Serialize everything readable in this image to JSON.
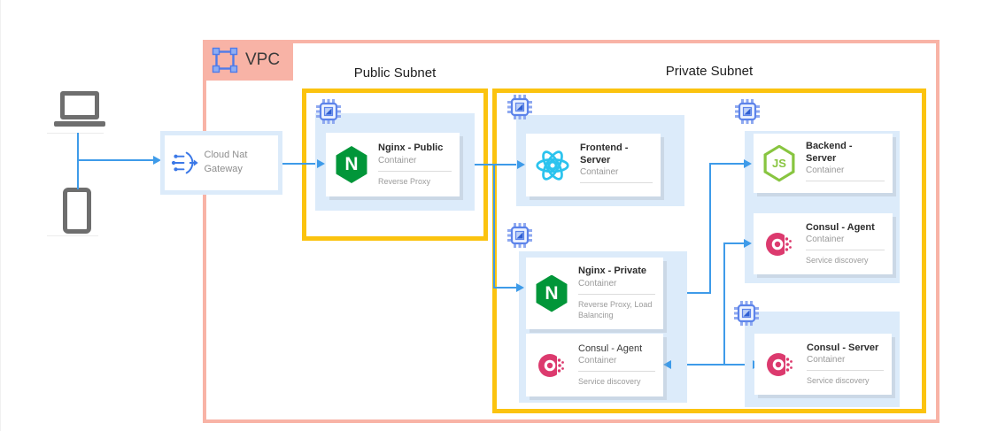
{
  "vpc": {
    "label": "VPC"
  },
  "subnets": {
    "public": "Public Subnet",
    "private": "Private Subnet"
  },
  "gateway": {
    "label": "Cloud Nat Gateway"
  },
  "nodes": {
    "nginx_public": {
      "title": "Nginx - Public",
      "type": "Container",
      "note": "Reverse Proxy"
    },
    "frontend": {
      "title": "Frontend - Server",
      "type": "Container",
      "note": ""
    },
    "nginx_private": {
      "title": "Nginx - Private",
      "type": "Container",
      "note": "Reverse Proxy, Load Balancing"
    },
    "consul_agent_private": {
      "title": "Consul - Agent",
      "type": "Container",
      "note": "Service discovery"
    },
    "backend": {
      "title": "Backend - Server",
      "type": "Container",
      "note": ""
    },
    "consul_agent_backend": {
      "title": "Consul - Agent",
      "type": "Container",
      "note": "Service discovery"
    },
    "consul_server": {
      "title": "Consul - Server",
      "type": "Container",
      "note": "Service discovery"
    }
  },
  "icons": {
    "vpc": "vpc-network-icon",
    "chip": "container-chip-icon",
    "nginx": "nginx-icon",
    "react": "react-icon",
    "nodejs": "nodejs-icon",
    "consul": "consul-icon",
    "gateway": "nat-gateway-icon",
    "laptop": "laptop-icon",
    "phone": "smartphone-icon"
  },
  "colors": {
    "vpc_border": "#F8B3A6",
    "subnet_border": "#FBC30F",
    "group_background": "#DCEBFA",
    "connector_blue": "#3E9BE9",
    "chip_blue": "#5C83EA",
    "nginx_green": "#019639",
    "nodejs_green": "#88C540",
    "react_cyan": "#2BC3EE",
    "consul_pink": "#DC3A6E",
    "device_gray": "#6E6E6E"
  }
}
